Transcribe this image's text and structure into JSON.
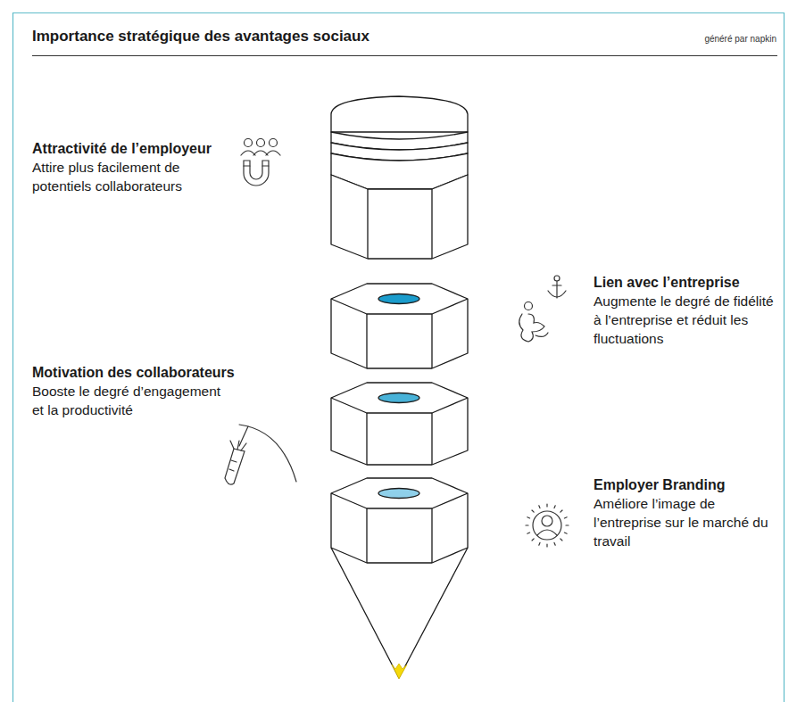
{
  "diagram": {
    "title": "Importance stratégique des avantages sociaux",
    "nodes": [
      {
        "text": [
          "Attractivité de l’employeur",
          "Attire plus facilement de potentiels collaborateurs"
        ]
      },
      {
        "text": [
          "Lien avec l’entreprise",
          "Augmente le degré de fidélité à l’entreprise et réduit les fluctuations"
        ]
      },
      {
        "text": [
          "Motivation des collaborateurs",
          "Booste le degré d’engagement et la productivité"
        ]
      },
      {
        "text": [
          "Employer Branding",
          "Améliore l’image de l’entreprise sur le marché du travail"
        ]
      }
    ],
    "labels": [
      "généré par napkin"
    ]
  }
}
